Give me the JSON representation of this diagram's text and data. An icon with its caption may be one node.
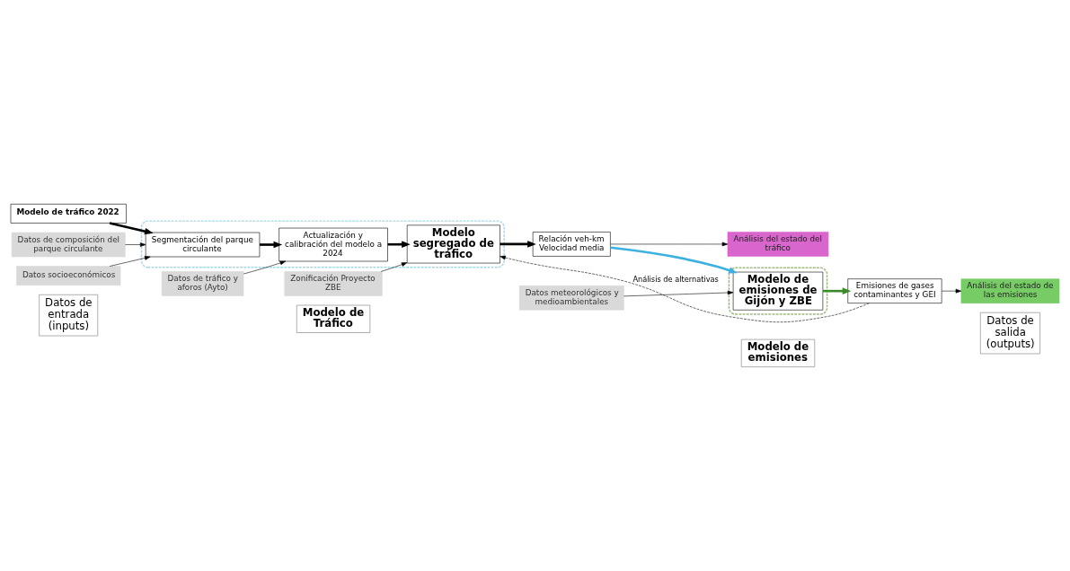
{
  "diagram": {
    "nodes": [
      {
        "text": [
          "Datos de entrada (inputs)"
        ]
      },
      {
        "text": [
          "Modelo de Tráfico"
        ]
      },
      {
        "text": [
          "Modelo de emisiones"
        ]
      },
      {
        "text": [
          "Datos de salida (outputs)"
        ]
      },
      {
        "text": [
          "Modelo de tráfico 2022"
        ]
      },
      {
        "text": [
          "Datos de composición del parque circulante"
        ]
      },
      {
        "text": [
          "Datos socioeconómicos"
        ]
      },
      {
        "text": [
          "Datos de tráfico y aforos (Ayto)"
        ]
      },
      {
        "text": [
          "Zonificación Proyecto ZBE"
        ]
      },
      {
        "text": [
          "Datos meteorológicos y medioambientales"
        ]
      },
      {
        "text": [],
        "shape": "box"
      },
      {
        "text": [
          "Segmentación del parque circulante"
        ],
        "in": 10
      },
      {
        "text": [
          "Actualización y calibración del modelo a 2024"
        ],
        "in": 10
      },
      {
        "text": [
          "Modelo segregado de tráfico"
        ],
        "in": 10
      },
      {
        "text": [
          "Relación veh-km Velocidad media"
        ]
      },
      {
        "text": [
          "Análisis del estado del tráfico"
        ]
      },
      {
        "text": [],
        "shape": "box"
      },
      {
        "text": [
          "Modelo de emisiones de Gijón y ZBE"
        ],
        "in": 16
      },
      {
        "text": [
          "Emisiones de gases contaminantes y GEI"
        ]
      },
      {
        "text": [
          "Análisis del estado de las emisiones"
        ]
      }
    ],
    "edges": [
      {
        "from": 4,
        "to": 11,
        "arrow": "to",
        "style": "thick"
      },
      {
        "from": 5,
        "to": 11,
        "arrow": "to"
      },
      {
        "from": 6,
        "to": 11,
        "arrow": "to"
      },
      {
        "from": 7,
        "to": 12,
        "arrow": "to"
      },
      {
        "from": 8,
        "to": 13,
        "arrow": "to"
      },
      {
        "from": 11,
        "to": 12,
        "arrow": "to",
        "style": "thick"
      },
      {
        "from": 12,
        "to": 13,
        "arrow": "to",
        "style": "thick"
      },
      {
        "from": 13,
        "to": 14,
        "arrow": "to",
        "style": "thick"
      },
      {
        "from": 14,
        "to": 15,
        "arrow": "to"
      },
      {
        "from": 14,
        "to": 17,
        "arrow": "to",
        "style": "thick",
        "color": "#3cb0e0"
      },
      {
        "from": 9,
        "to": 17,
        "arrow": "to"
      },
      {
        "from": 17,
        "to": 18,
        "arrow": "to",
        "style": "thick",
        "color": "#3a8a2a"
      },
      {
        "from": 18,
        "to": 19,
        "arrow": "to"
      },
      {
        "from": 18,
        "to": 13,
        "arrow": "to",
        "style": "dashed",
        "label": "Análisis de alternativas"
      }
    ]
  }
}
